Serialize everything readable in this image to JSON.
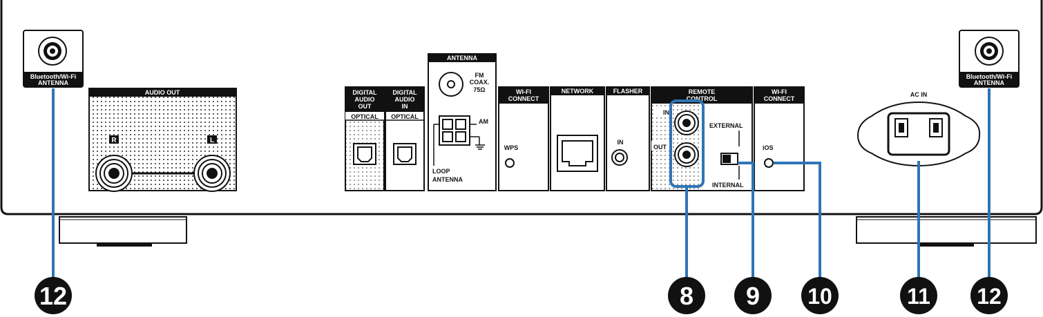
{
  "antenna_left": {
    "line1": "Bluetooth/Wi-Fi",
    "line2": "ANTENNA"
  },
  "antenna_right": {
    "line1": "Bluetooth/Wi-Fi",
    "line2": "ANTENNA"
  },
  "audio_out": {
    "header": "AUDIO OUT",
    "right": "R",
    "left": "L"
  },
  "digital_out": {
    "l1": "DIGITAL",
    "l2": "AUDIO",
    "l3": "OUT",
    "sub": "OPTICAL"
  },
  "digital_in": {
    "l1": "DIGITAL",
    "l2": "AUDIO",
    "l3": "IN",
    "sub": "OPTICAL"
  },
  "antenna": {
    "header": "ANTENNA",
    "fm1": "FM",
    "fm2": "COAX.",
    "fm3": "75Ω",
    "am": "AM",
    "loop1": "LOOP",
    "loop2": "ANTENNA"
  },
  "wifi_connect": {
    "l1": "WI-FI",
    "l2": "CONNECT",
    "wps": "WPS"
  },
  "network": {
    "header": "NETWORK"
  },
  "flasher": {
    "header": "FLASHER",
    "in": "IN"
  },
  "remote": {
    "l1": "REMOTE",
    "l2": "CONTROL",
    "in": "IN",
    "out": "OUT",
    "external": "EXTERNAL",
    "internal": "INTERNAL"
  },
  "wifi_connect2": {
    "l1": "WI-FI",
    "l2": "CONNECT",
    "ios": "iOS"
  },
  "ac_in": {
    "label": "AC IN"
  },
  "callouts": {
    "c8": "8",
    "c9": "9",
    "c10": "10",
    "c11": "11",
    "c12a": "12",
    "c12b": "12"
  },
  "colors": {
    "callout_line": "#2e75b6",
    "panel": "#111111"
  }
}
